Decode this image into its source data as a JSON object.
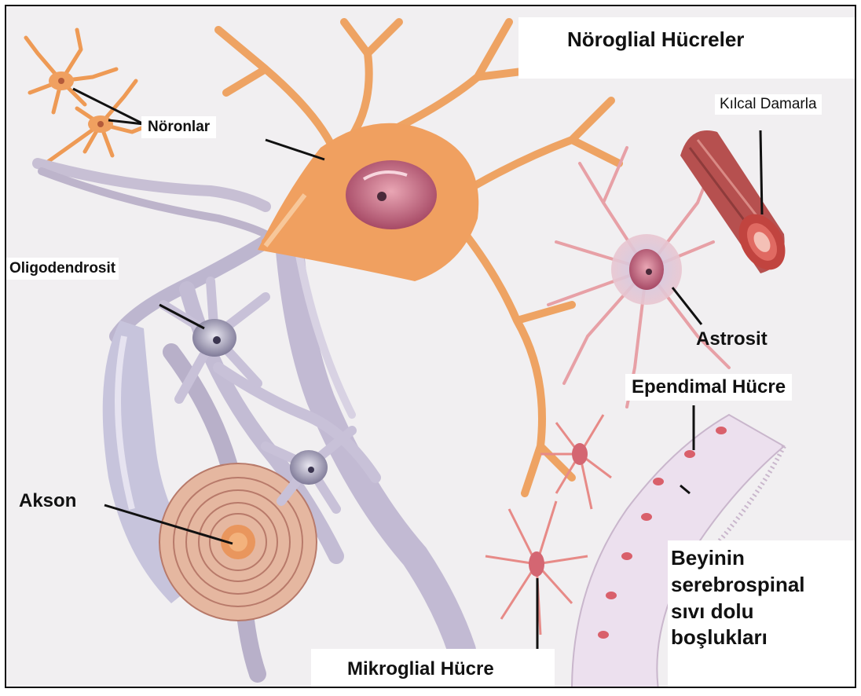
{
  "title": "Nöroglial Hücreler",
  "labels": {
    "neurons": "Nöronlar",
    "capillaries": "Kılcal Damarla",
    "oligodendrocyte": "Oligodendrosit",
    "astrocyte": "Astrosit",
    "ependymal": "Ependimal Hücre",
    "axon": "Akson",
    "microglia": "Mikroglial Hücre",
    "csf_line1": "Beyinin",
    "csf_line2": "serebrospinal",
    "csf_line3": "sıvı dolu",
    "csf_line4": "boşlukları"
  },
  "colors": {
    "neuron": "#f0a060",
    "neuron_dark": "#d9783a",
    "glia": "#c9c3d8",
    "capillary": "#c0504d",
    "ependymal": "#ece0ee",
    "microglia": "#e87c7c"
  }
}
